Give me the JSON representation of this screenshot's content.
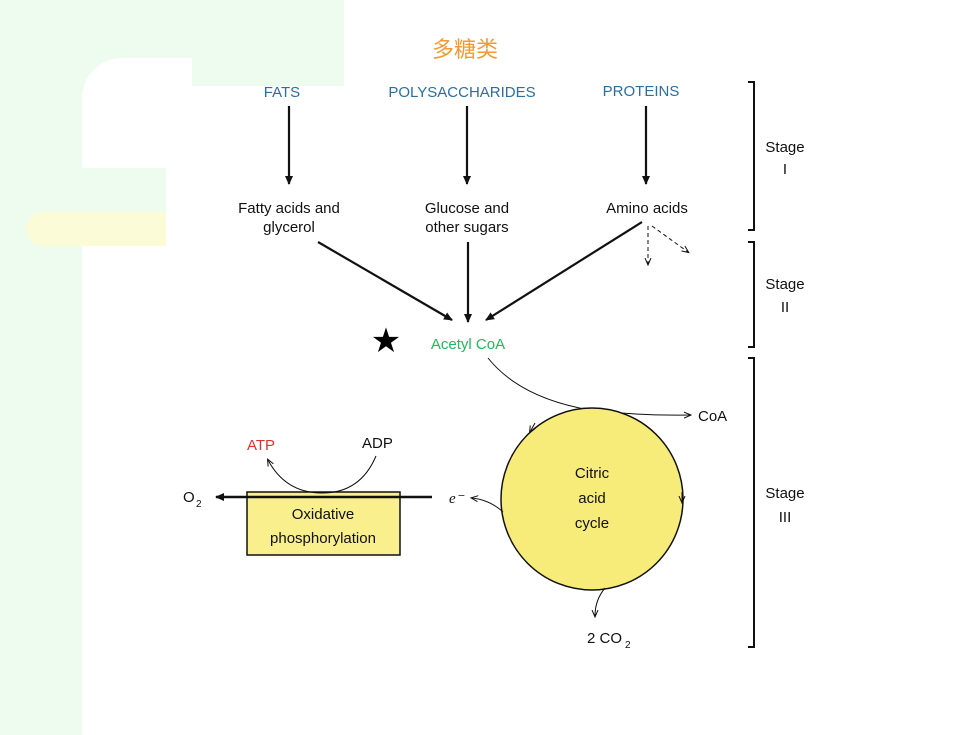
{
  "title": "多糖类",
  "star": "★",
  "sources": {
    "fats": "FATS",
    "polysaccharides": "POLYSACCHARIDES",
    "proteins": "PROTEINS"
  },
  "products": {
    "fatty_line1": "Fatty acids and",
    "fatty_line2": "glycerol",
    "glucose_line1": "Glucose and",
    "glucose_line2": "other sugars",
    "amino": "Amino acids"
  },
  "acetyl": "Acetyl CoA",
  "coa": "CoA",
  "cycle": {
    "line1": "Citric",
    "line2": "acid",
    "line3": "cycle"
  },
  "atp": "ATP",
  "adp": "ADP",
  "o2": "O",
  "o2_sub": "2",
  "electron": "e⁻",
  "oxphos": {
    "line1": "Oxidative",
    "line2": "phosphorylation"
  },
  "co2": "2 CO",
  "co2_sub": "2",
  "stages": {
    "s1_line1": "Stage",
    "s1_line2": "I",
    "s2_line1": "Stage",
    "s2_line2": "II",
    "s3_line1": "Stage",
    "s3_line2": "III"
  },
  "colors": {
    "source_blue": "#2a6fa0",
    "acetyl_green": "#1fb85a",
    "atp_red": "#e03030",
    "title_orange": "#f29b35",
    "cycle_fill": "#f7ec7a",
    "box_fill": "#f9ef8c"
  }
}
